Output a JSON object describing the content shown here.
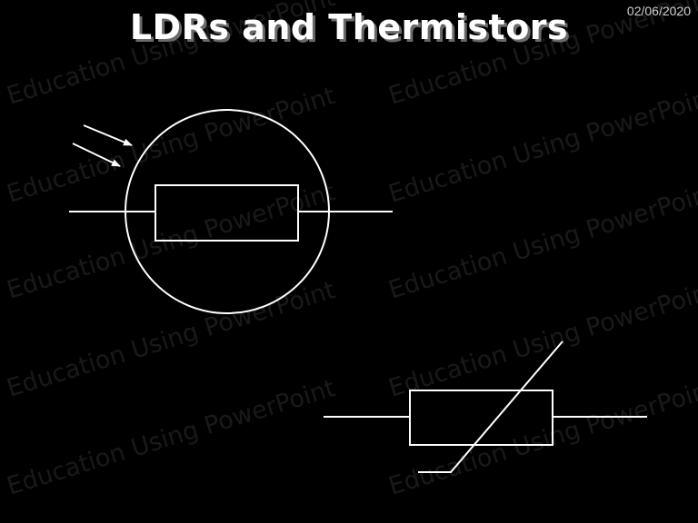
{
  "slide": {
    "title": "LDRs and Thermistors",
    "date": "02/06/2020",
    "watermark_text": "Education Using PowerPoint"
  },
  "symbols": [
    {
      "name": "ldr-symbol",
      "label": ""
    },
    {
      "name": "thermistor-symbol",
      "label": ""
    }
  ],
  "colors": {
    "background": "#000000",
    "stroke": "#ffffff",
    "title_shadow": "#6a6a6a"
  }
}
